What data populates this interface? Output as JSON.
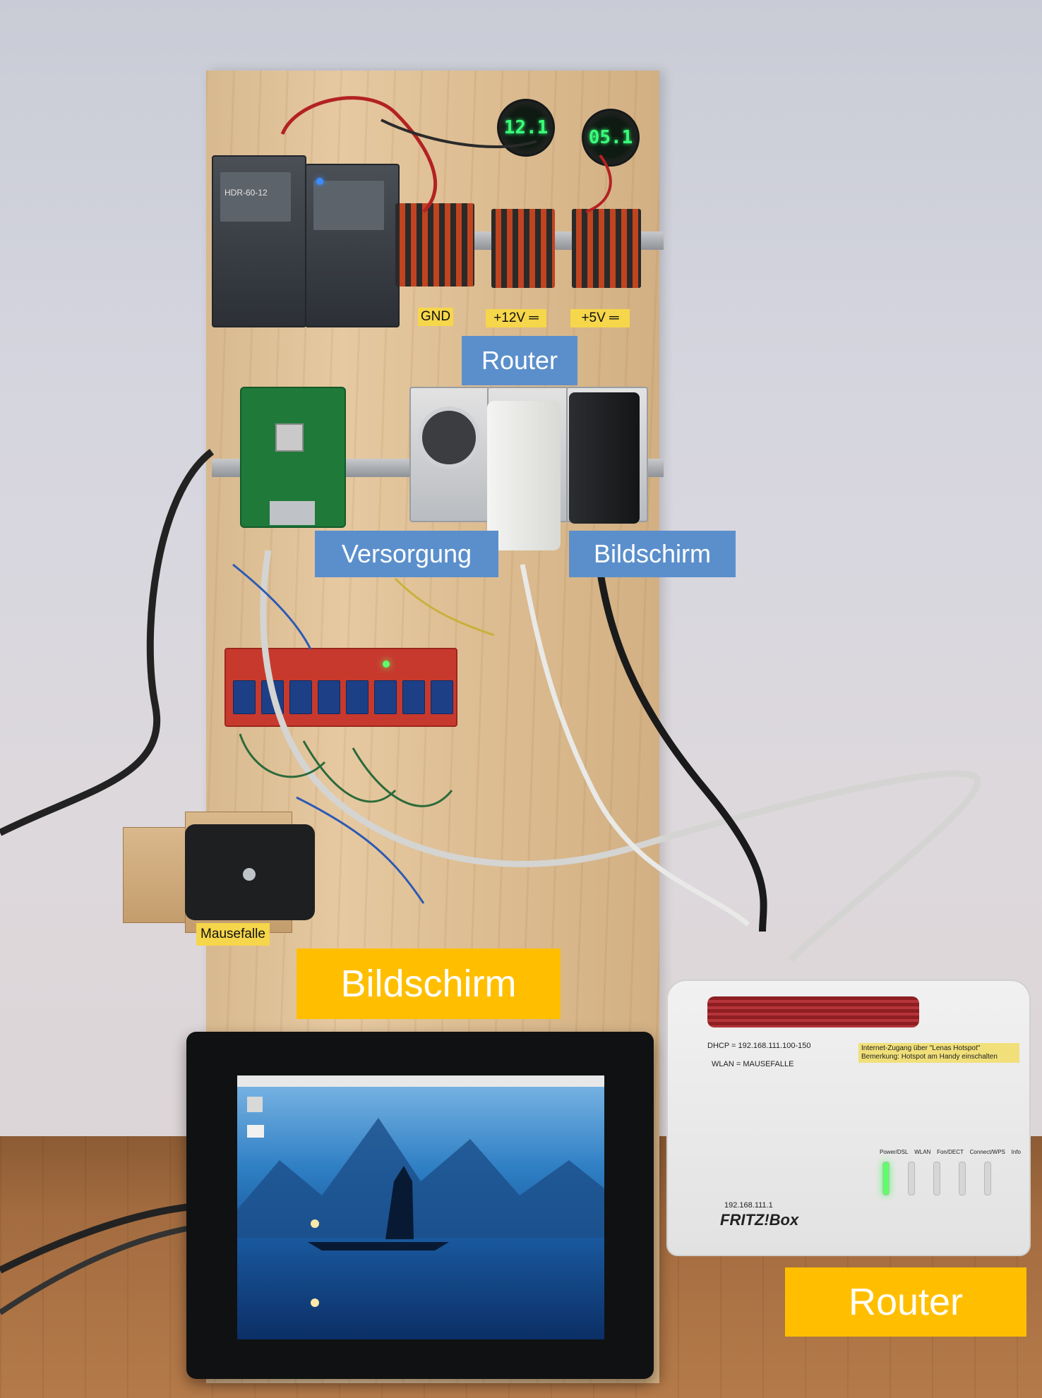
{
  "labels": {
    "router_top": "Router",
    "versorgung": "Versorgung",
    "bildschirm_top": "Bildschirm",
    "bildschirm_main": "Bildschirm",
    "router_main": "Router",
    "mausefalle": "Mausefalle"
  },
  "rail_tags": {
    "gnd": "GND",
    "plus12": "+12V ═",
    "plus5": "+5V ═"
  },
  "meters": {
    "left": "12.1",
    "right": "05.1"
  },
  "psu": {
    "model": "HDR-60-12"
  },
  "router": {
    "brand": "FRITZ!Box",
    "ip": "192.168.111.1",
    "dhcp": "DHCP = 192.168.111.100-150",
    "wlan": "WLAN = MAUSEFALLE",
    "note": "Internet-Zugang über \"Lenas Hotspot\" Bemerkung: Hotspot am Handy einschalten",
    "leds": [
      "Power/DSL",
      "WLAN",
      "Fon/DECT",
      "Connect/WPS",
      "Info"
    ]
  },
  "colors": {
    "blue_label": "#5b8fcc",
    "yellow_label": "#ffbf00",
    "rail_tag": "#f6d64a"
  }
}
